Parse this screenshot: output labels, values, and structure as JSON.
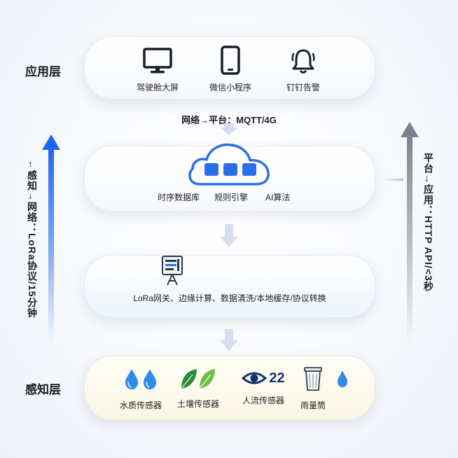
{
  "layers": {
    "app_label": "应用层",
    "sense_label": "感知层"
  },
  "app": {
    "items": [
      {
        "label": "驾驶舱大屏",
        "icon": "monitor-icon"
      },
      {
        "label": "微信小程序",
        "icon": "smartphone-icon"
      },
      {
        "label": "钉钉告警",
        "icon": "bell-icon"
      }
    ]
  },
  "connections": {
    "network_to_platform": "网络→平台：MQTT/4G",
    "left_vertical": "←感知→网络：LoRa协议/15分钟",
    "right_vertical": "平台→应用：HTTP API/<3秒"
  },
  "platform": {
    "icon": "cloud-icon",
    "items": [
      "时序数据库",
      "规则引擎",
      "AI算法"
    ]
  },
  "edge": {
    "icon": "gateway-icon",
    "text": "LoRa网关、边缘计算、数据清洗/本地缓存/协议转换"
  },
  "sense": {
    "items": [
      {
        "label": "水质传感器",
        "icon": "water-drops-icon"
      },
      {
        "label": "土壤传感器",
        "icon": "leaves-icon"
      },
      {
        "label": "人流传感器",
        "icon": "eye-icon",
        "badge": "22"
      },
      {
        "label": "雨量筒",
        "icon": "rain-gauge-icon"
      }
    ]
  },
  "colors": {
    "accent_blue": "#2b6fe8",
    "arrow_gray": "#8a929e"
  }
}
